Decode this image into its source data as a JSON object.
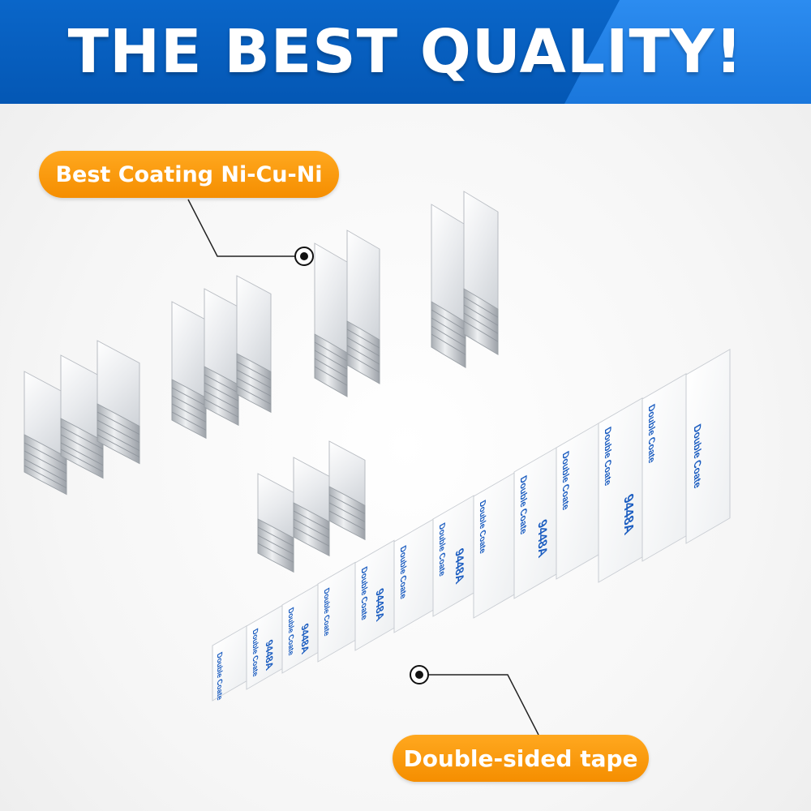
{
  "banner": {
    "title": "THE BEST QUALITY!",
    "color": "#0457b4",
    "accent": "#2c8cf0"
  },
  "callouts": {
    "coating": {
      "label": "Best Coating Ni-Cu-Ni",
      "icon": "dot-pointer-icon"
    },
    "tape": {
      "label": "Double-sided tape",
      "icon": "dot-pointer-icon"
    }
  },
  "tape": {
    "print_text": "Double Coate",
    "code": "9448A",
    "print_color": "#1a5cc0"
  },
  "colors": {
    "pill": "#f58e00",
    "magnet": "#d9dce0"
  }
}
